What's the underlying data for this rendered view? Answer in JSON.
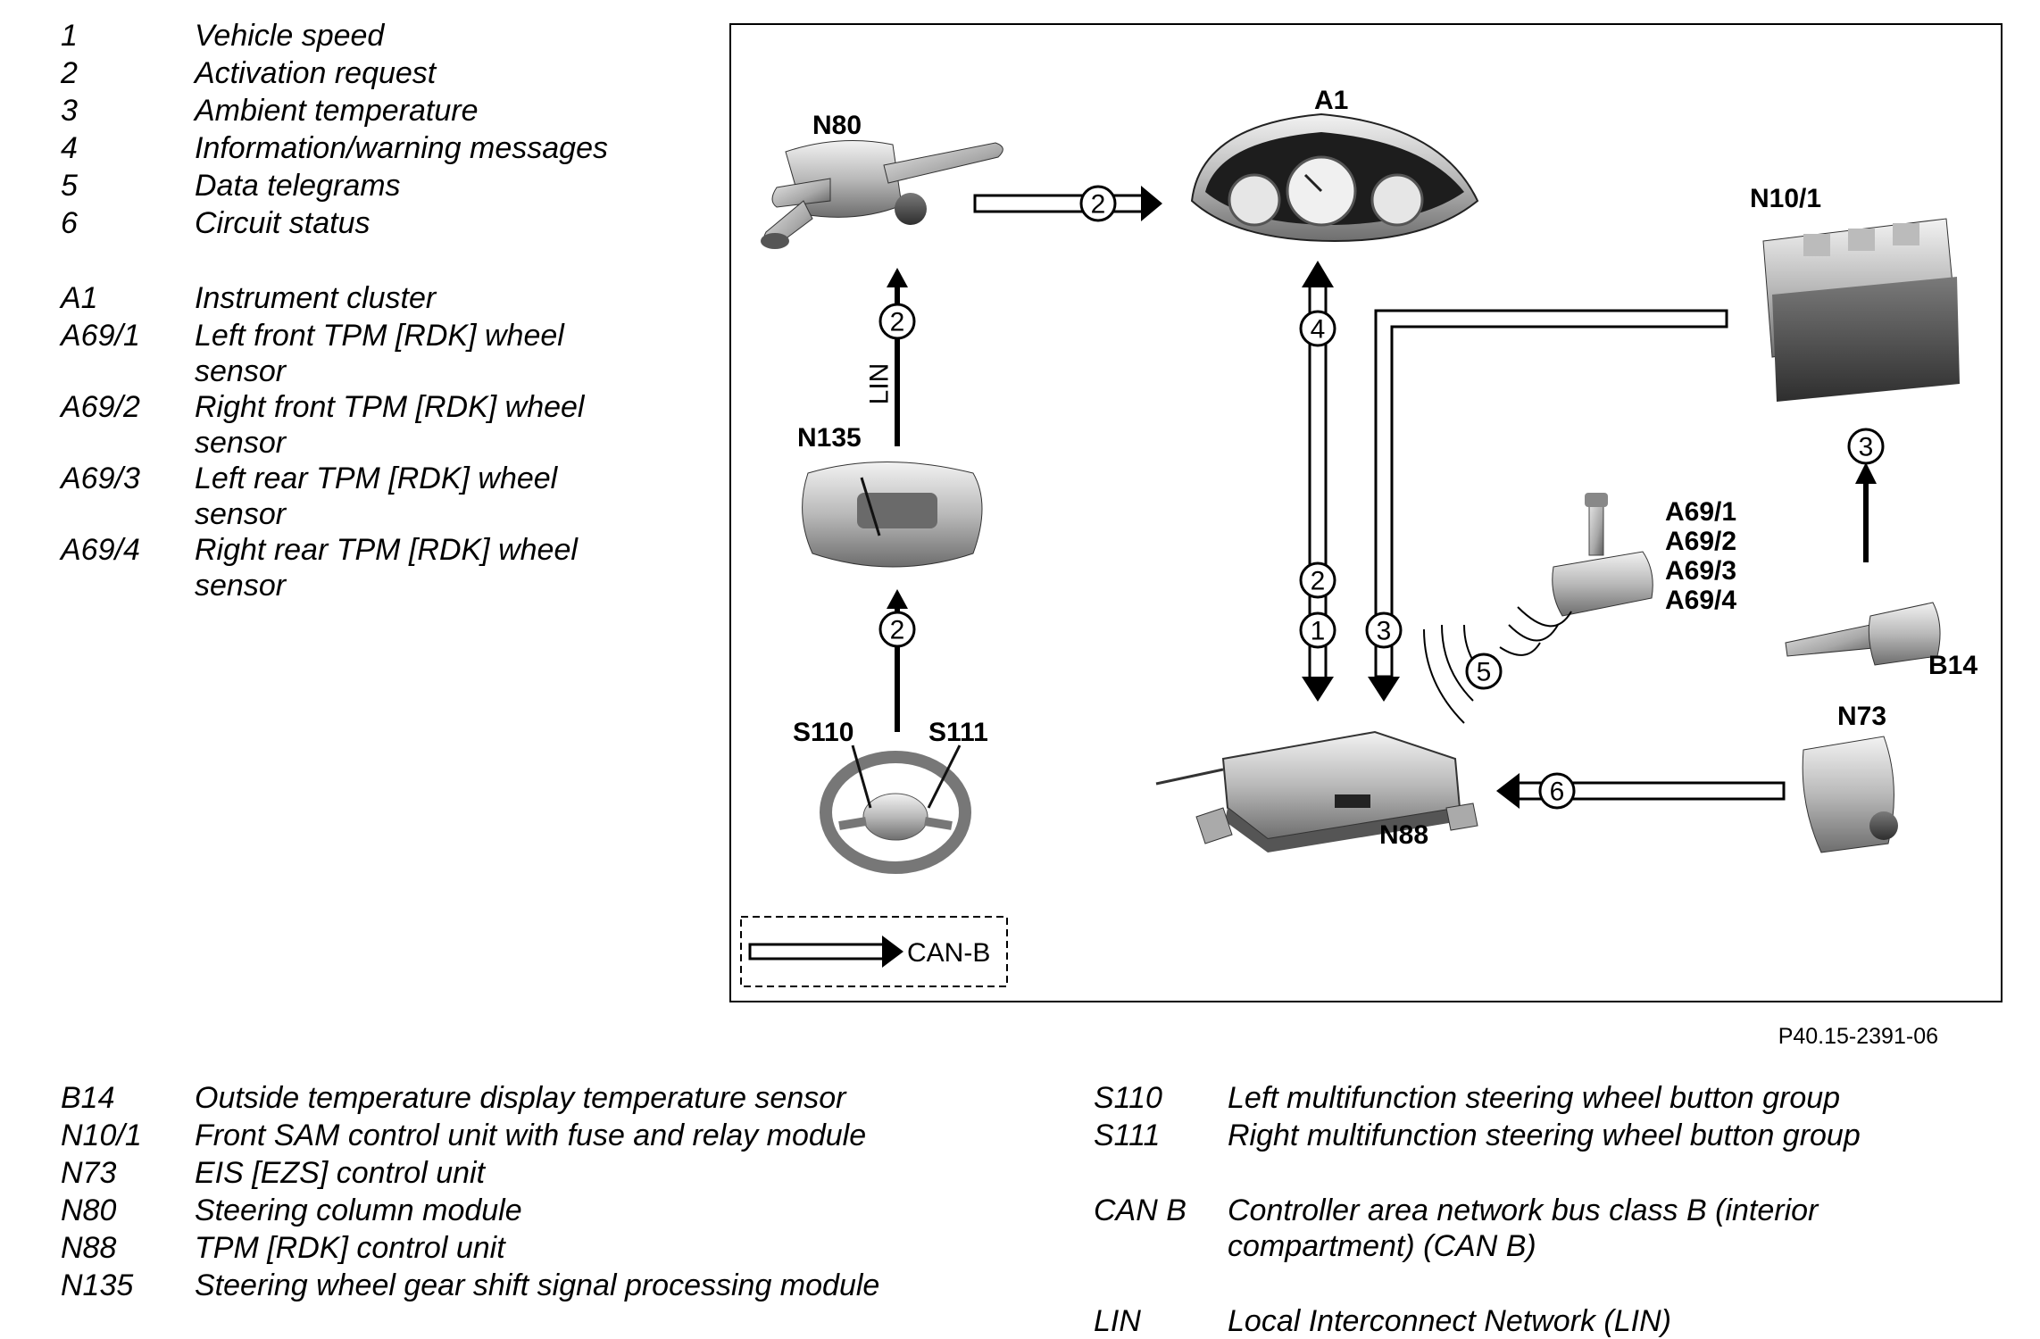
{
  "legend_top": [
    {
      "code": "1",
      "desc": "Vehicle speed"
    },
    {
      "code": "2",
      "desc": "Activation request"
    },
    {
      "code": "3",
      "desc": "Ambient temperature"
    },
    {
      "code": "4",
      "desc": "Information/warning messages"
    },
    {
      "code": "5",
      "desc": "Data telegrams"
    },
    {
      "code": "6",
      "desc": "Circuit status"
    },
    {
      "code": "A1",
      "desc": "Instrument cluster"
    },
    {
      "code": "A69/1",
      "desc": "Left front TPM [RDK] wheel",
      "desc2": "sensor"
    },
    {
      "code": "A69/2",
      "desc": "Right front TPM [RDK] wheel",
      "desc2": "sensor"
    },
    {
      "code": "A69/3",
      "desc": "Left rear TPM [RDK] wheel",
      "desc2": "sensor"
    },
    {
      "code": "A69/4",
      "desc": "Right rear TPM [RDK] wheel",
      "desc2": "sensor"
    }
  ],
  "legend_bottom_left": [
    {
      "code": "B14",
      "desc": "Outside temperature display temperature sensor"
    },
    {
      "code": "N10/1",
      "desc": "Front SAM control unit with fuse and relay module"
    },
    {
      "code": "N73",
      "desc": "EIS [EZS] control unit"
    },
    {
      "code": "N80",
      "desc": "Steering column module"
    },
    {
      "code": "N88",
      "desc": "TPM [RDK] control unit"
    },
    {
      "code": "N135",
      "desc": "Steering wheel gear shift signal processing module"
    }
  ],
  "legend_bottom_right": [
    {
      "code": "S110",
      "desc": "Left multifunction steering wheel button group"
    },
    {
      "code": "S111",
      "desc": "Right multifunction steering wheel button group"
    },
    {
      "code": "CAN B",
      "desc": "Controller area network bus class B (interior",
      "desc2": "compartment) (CAN B)"
    },
    {
      "code": "LIN",
      "desc": "Local Interconnect Network (LIN)"
    }
  ],
  "diagram": {
    "components": {
      "n80": "N80",
      "a1": "A1",
      "n10_1": "N10/1",
      "n135": "N135",
      "s110": "S110",
      "s111": "S111",
      "a69": [
        "A69/1",
        "A69/2",
        "A69/3",
        "A69/4"
      ],
      "b14": "B14",
      "n73": "N73",
      "n88": "N88"
    },
    "bus_labels": {
      "lin": "LIN",
      "can_b": "CAN-B"
    },
    "signal_numbers": {
      "n80_to_a1": "2",
      "n135_to_n80": "2",
      "steering_to_n135": "2",
      "a1_n88_up": "4",
      "a1_n88_mid": "2",
      "a1_n88_low": "1",
      "sam_to_n88": "3",
      "b14_to_sam": "3",
      "sensor_to_n88": "5",
      "n73_to_n88": "6"
    }
  },
  "reference": "P40.15-2391-06"
}
